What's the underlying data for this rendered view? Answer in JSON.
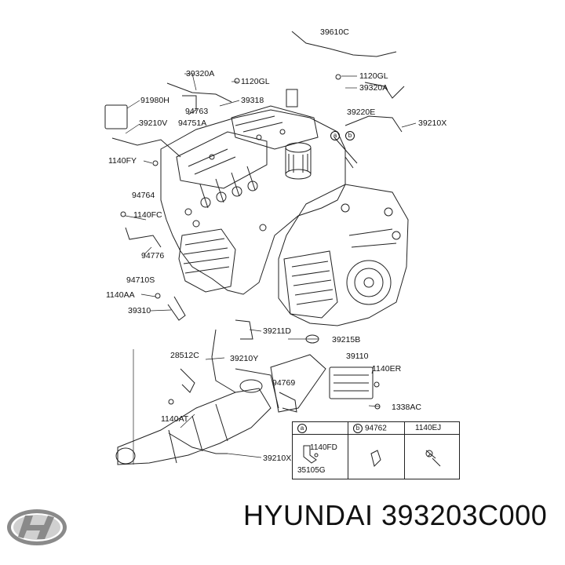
{
  "callouts": {
    "c39610C": "39610C",
    "c39320A_top": "39320A",
    "c1120GL_left": "1120GL",
    "c1120GL_right": "1120GL",
    "c39320A_right": "39320A",
    "c91980H": "91980H",
    "c39318": "39318",
    "c94763": "94763",
    "c94751A": "94751A",
    "c39210V": "39210V",
    "c39220E": "39220E",
    "c39210X_top": "39210X",
    "c1140FY": "1140FY",
    "c94764": "94764",
    "c1140FC": "1140FC",
    "c94776": "94776",
    "c94710S": "94710S",
    "c1140AA": "1140AA",
    "c39310": "39310",
    "c39211D": "39211D",
    "c39215B": "39215B",
    "c28512C": "28512C",
    "c39210Y": "39210Y",
    "c39110": "39110",
    "c1140ER": "1140ER",
    "c94769": "94769",
    "c1338AC": "1338AC",
    "c1140AT": "1140AT",
    "c39210X_bottom": "39210X",
    "circle_a_top": "a",
    "circle_b_top": "b"
  },
  "legend": {
    "a_label": "a",
    "b_label": "b",
    "b_part": "94762",
    "c_part": "1140EJ",
    "a_sub1": "1140FD",
    "a_sub2": "35105G"
  },
  "caption": "HYUNDAI 393203C000"
}
